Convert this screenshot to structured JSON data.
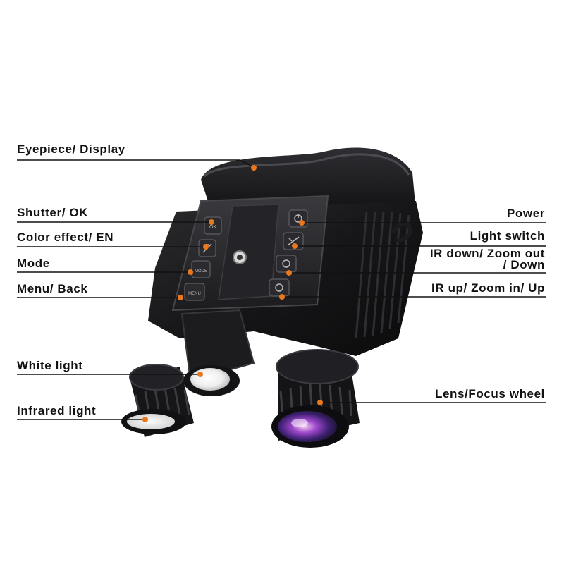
{
  "diagram": {
    "callouts": {
      "eyepiece": "Eyepiece/ Display",
      "shutter": "Shutter/ OK",
      "color_effect": "Color effect/ EN",
      "mode": "Mode",
      "menu": "Menu/ Back",
      "white_light": "White light",
      "infrared_light": "Infrared light",
      "power": "Power",
      "light_switch": "Light switch",
      "ir_down_line1": "IR down/ Zoom out",
      "ir_down_line2": "/ Down",
      "ir_up": "IR up/ Zoom in/ Up",
      "lens_focus": "Lens/Focus wheel"
    },
    "button_glyphs": {
      "shutter": "OK",
      "mode": "MODE",
      "menu": "MENU"
    }
  },
  "colors": {
    "leader_line": "#111111",
    "dot": "#e8781e",
    "device_body": "#1b1b1d"
  },
  "icons": [
    "power-icon",
    "light-icon",
    "minus-icon",
    "plus-icon",
    "color-icon"
  ]
}
